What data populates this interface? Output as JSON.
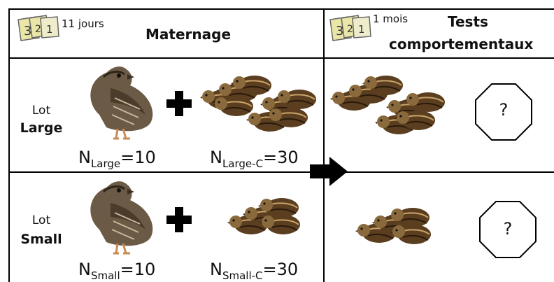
{
  "header": {
    "left": {
      "duration": "11 jours",
      "title": "Maternage",
      "icon": "calendar-icon"
    },
    "right": {
      "duration": "1 mois",
      "title_line1": "Tests",
      "title_line2": "comportementaux",
      "icon": "calendar-icon"
    }
  },
  "rows": [
    {
      "lot_word": "Lot",
      "lot_name": "Large",
      "adult_count": {
        "prefix": "N",
        "sub": "Large",
        "value": "=10"
      },
      "chick_count": {
        "prefix": "N",
        "sub": "Large-C",
        "value": "=30"
      },
      "test_symbol": "?"
    },
    {
      "lot_word": "Lot",
      "lot_name": "Small",
      "adult_count": {
        "prefix": "N",
        "sub": "Small",
        "value": "=10"
      },
      "chick_count": {
        "prefix": "N",
        "sub": "Small-C",
        "value": "=30"
      },
      "test_symbol": "?"
    }
  ],
  "icons": [
    "adult-quail-icon",
    "plus-icon",
    "chick-group-icon",
    "right-arrow-icon",
    "octagon-icon"
  ],
  "colors": {
    "line": "#000000",
    "quail_body": "#6b5a45",
    "chick_body": "#5a3e1f",
    "calendar": "#e9e6a8"
  }
}
